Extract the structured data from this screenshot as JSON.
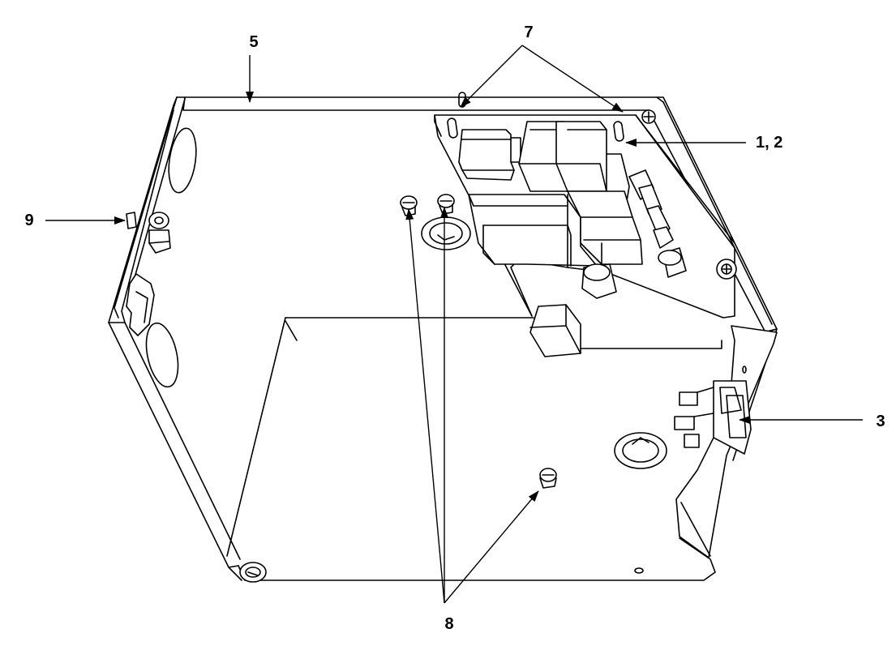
{
  "callouts": {
    "c1": "1, 2",
    "c3": "3",
    "c5": "5",
    "c7": "7",
    "c8": "8",
    "c9": "9"
  },
  "colors": {
    "ink": "#000000",
    "paper": "#ffffff",
    "shade": "#e6e6e6"
  }
}
